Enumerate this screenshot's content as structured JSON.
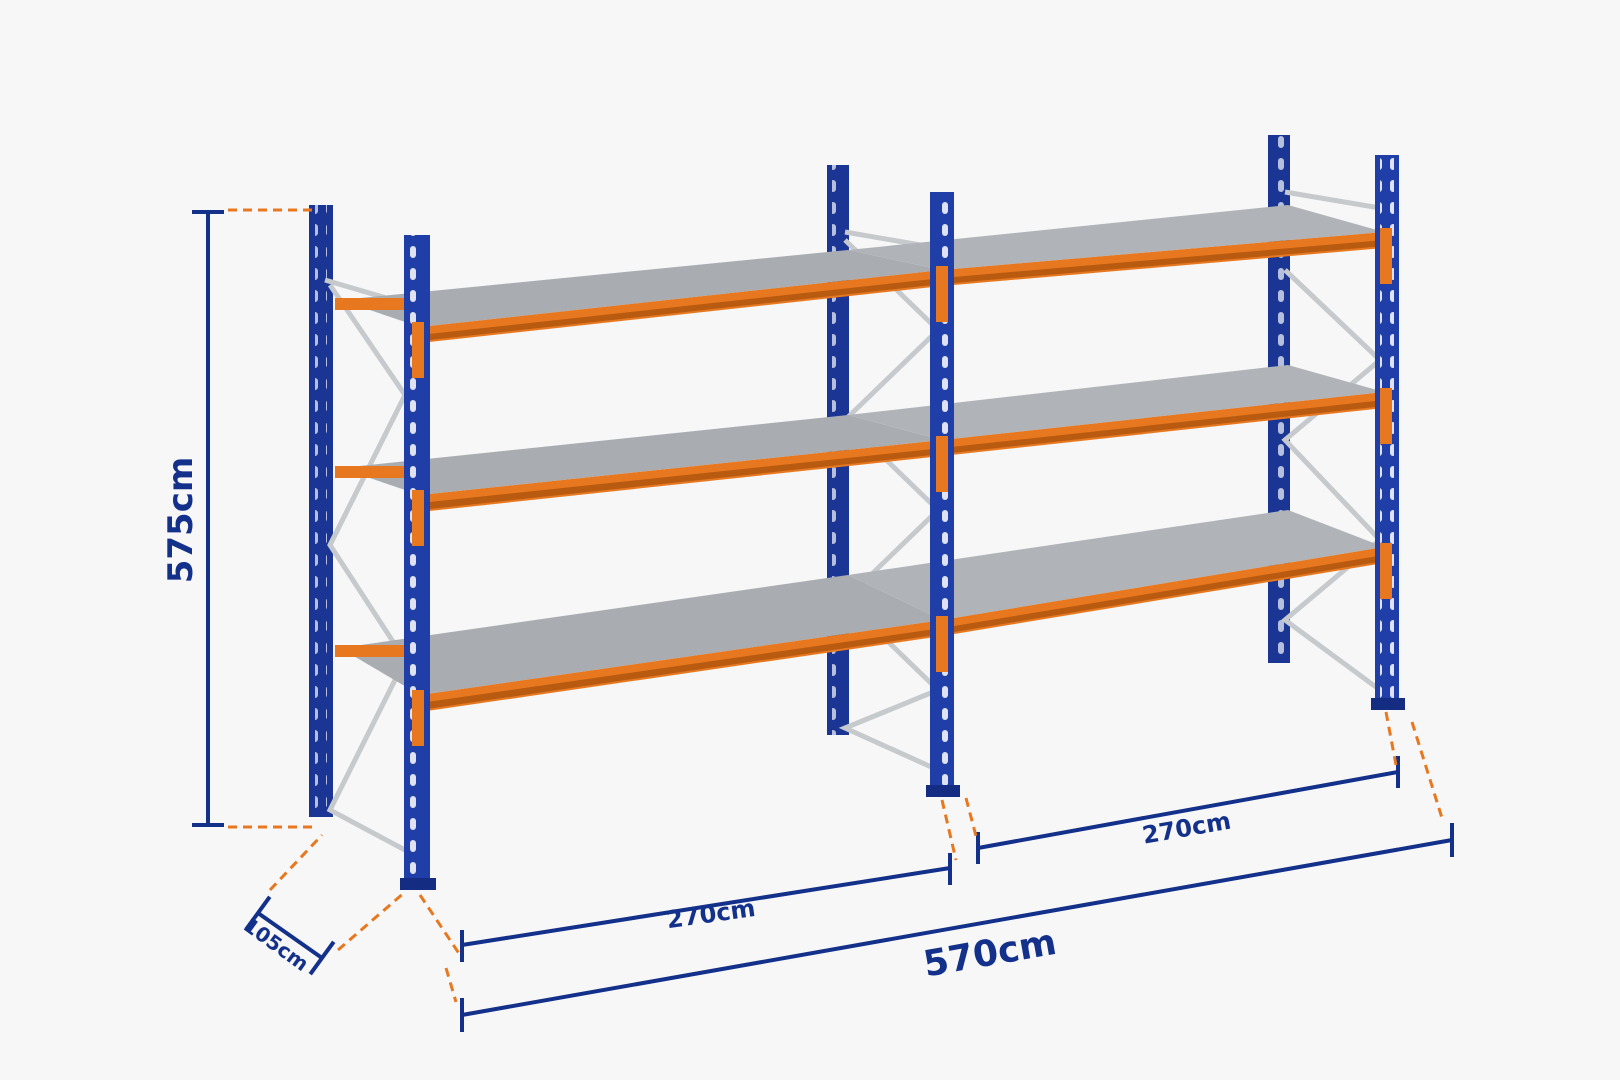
{
  "colors": {
    "upright": "#1f3ea8",
    "upright_dark": "#142c82",
    "beam": "#e8781f",
    "beam_dark": "#b85a10",
    "deck": "#a9adb2",
    "deck_light": "#c8cbcf",
    "brace": "#c7cacd",
    "dimension": "#13308a",
    "extension": "#e8781f"
  },
  "dimensions": {
    "height": "575cm",
    "depth": "105cm",
    "bay_left": "270cm",
    "bay_right": "270cm",
    "total_length": "570cm"
  },
  "rack": {
    "bays": 2,
    "levels": 3
  }
}
